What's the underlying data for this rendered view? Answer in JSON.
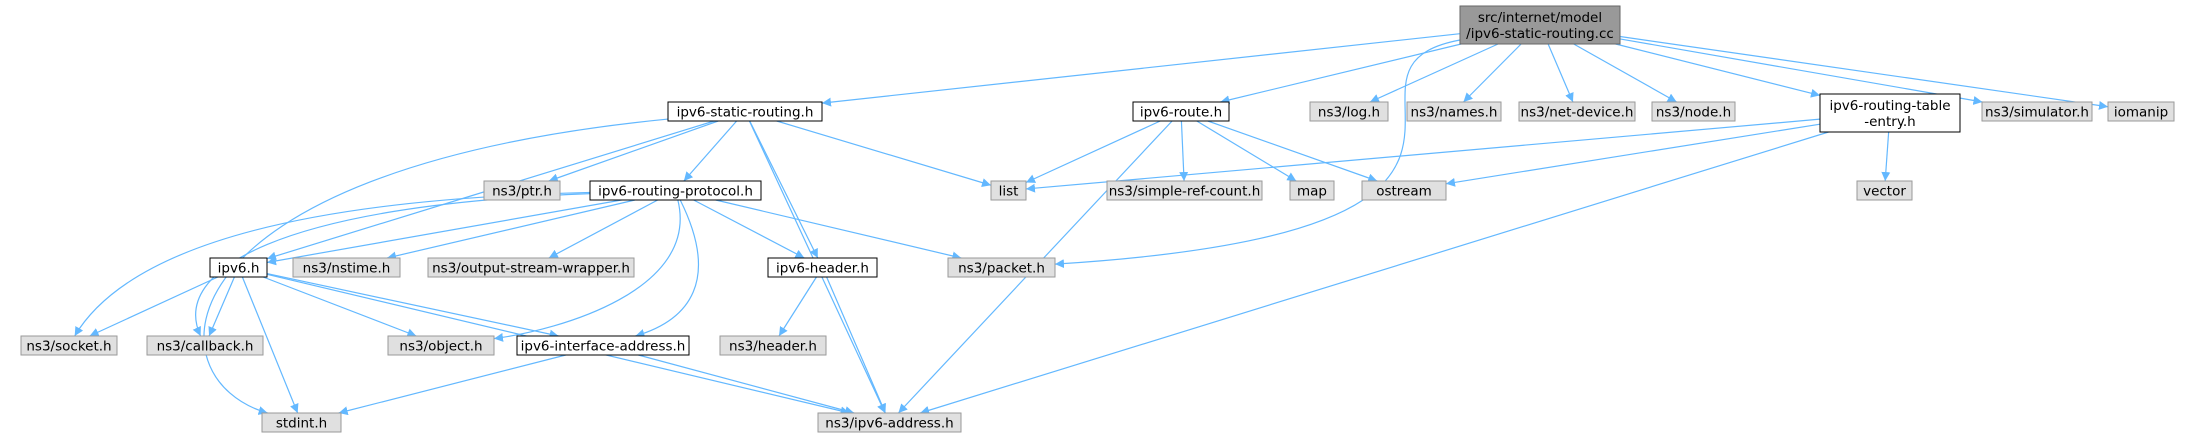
{
  "diagram": {
    "colors": {
      "edge": "#63b8ff",
      "root_fill": "#999999",
      "root_stroke": "#666666",
      "doc_fill": "#ffffff",
      "doc_stroke": "#000000",
      "ext_fill": "#e0e0e0",
      "ext_stroke": "#999999"
    },
    "nodes": [
      {
        "id": "root",
        "kind": "root",
        "lines": [
          "src/internet/model",
          "/ipv6-static-routing.cc"
        ]
      },
      {
        "id": "static-routing-h",
        "kind": "doc",
        "lines": [
          "ipv6-static-routing.h"
        ]
      },
      {
        "id": "route-h",
        "kind": "doc",
        "lines": [
          "ipv6-route.h"
        ]
      },
      {
        "id": "log-h",
        "kind": "ext",
        "lines": [
          "ns3/log.h"
        ]
      },
      {
        "id": "names-h",
        "kind": "ext",
        "lines": [
          "ns3/names.h"
        ]
      },
      {
        "id": "net-device-h",
        "kind": "ext",
        "lines": [
          "ns3/net-device.h"
        ]
      },
      {
        "id": "node-h",
        "kind": "ext",
        "lines": [
          "ns3/node.h"
        ]
      },
      {
        "id": "rt-entry-h",
        "kind": "doc",
        "lines": [
          "ipv6-routing-table",
          "-entry.h"
        ]
      },
      {
        "id": "simulator-h",
        "kind": "ext",
        "lines": [
          "ns3/simulator.h"
        ]
      },
      {
        "id": "iomanip",
        "kind": "ext",
        "lines": [
          "iomanip"
        ]
      },
      {
        "id": "ptr-h",
        "kind": "ext",
        "lines": [
          "ns3/ptr.h"
        ]
      },
      {
        "id": "routing-protocol-h",
        "kind": "doc",
        "lines": [
          "ipv6-routing-protocol.h"
        ]
      },
      {
        "id": "list",
        "kind": "ext",
        "lines": [
          "list"
        ]
      },
      {
        "id": "simple-ref-count-h",
        "kind": "ext",
        "lines": [
          "ns3/simple-ref-count.h"
        ]
      },
      {
        "id": "map",
        "kind": "ext",
        "lines": [
          "map"
        ]
      },
      {
        "id": "ostream",
        "kind": "ext",
        "lines": [
          "ostream"
        ]
      },
      {
        "id": "vector",
        "kind": "ext",
        "lines": [
          "vector"
        ]
      },
      {
        "id": "ipv6-h",
        "kind": "doc",
        "lines": [
          "ipv6.h"
        ]
      },
      {
        "id": "nstime-h",
        "kind": "ext",
        "lines": [
          "ns3/nstime.h"
        ]
      },
      {
        "id": "osw-h",
        "kind": "ext",
        "lines": [
          "ns3/output-stream-wrapper.h"
        ]
      },
      {
        "id": "header-h",
        "kind": "doc",
        "lines": [
          "ipv6-header.h"
        ]
      },
      {
        "id": "packet-h",
        "kind": "ext",
        "lines": [
          "ns3/packet.h"
        ]
      },
      {
        "id": "socket-h",
        "kind": "ext",
        "lines": [
          "ns3/socket.h"
        ]
      },
      {
        "id": "callback-h",
        "kind": "ext",
        "lines": [
          "ns3/callback.h"
        ]
      },
      {
        "id": "object-h",
        "kind": "ext",
        "lines": [
          "ns3/object.h"
        ]
      },
      {
        "id": "iface-addr-h",
        "kind": "doc",
        "lines": [
          "ipv6-interface-address.h"
        ]
      },
      {
        "id": "ns3-header-h",
        "kind": "ext",
        "lines": [
          "ns3/header.h"
        ]
      },
      {
        "id": "stdint-h",
        "kind": "ext",
        "lines": [
          "stdint.h"
        ]
      },
      {
        "id": "ipv6-address-h",
        "kind": "ext",
        "lines": [
          "ns3/ipv6-address.h"
        ]
      }
    ],
    "edges": [
      [
        "root",
        "static-routing-h"
      ],
      [
        "root",
        "route-h"
      ],
      [
        "root",
        "log-h"
      ],
      [
        "root",
        "names-h"
      ],
      [
        "root",
        "net-device-h"
      ],
      [
        "root",
        "node-h"
      ],
      [
        "root",
        "rt-entry-h"
      ],
      [
        "root",
        "simulator-h"
      ],
      [
        "root",
        "iomanip"
      ],
      [
        "root",
        "packet-h"
      ],
      [
        "static-routing-h",
        "ptr-h"
      ],
      [
        "static-routing-h",
        "routing-protocol-h"
      ],
      [
        "static-routing-h",
        "list"
      ],
      [
        "static-routing-h",
        "ipv6-h"
      ],
      [
        "static-routing-h",
        "header-h"
      ],
      [
        "static-routing-h",
        "ipv6-address-h"
      ],
      [
        "static-routing-h",
        "stdint-h"
      ],
      [
        "route-h",
        "list"
      ],
      [
        "route-h",
        "simple-ref-count-h"
      ],
      [
        "route-h",
        "map"
      ],
      [
        "route-h",
        "ostream"
      ],
      [
        "route-h",
        "ipv6-address-h"
      ],
      [
        "rt-entry-h",
        "list"
      ],
      [
        "rt-entry-h",
        "vector"
      ],
      [
        "rt-entry-h",
        "ostream"
      ],
      [
        "rt-entry-h",
        "ipv6-address-h"
      ],
      [
        "routing-protocol-h",
        "ipv6-h"
      ],
      [
        "routing-protocol-h",
        "nstime-h"
      ],
      [
        "routing-protocol-h",
        "osw-h"
      ],
      [
        "routing-protocol-h",
        "header-h"
      ],
      [
        "routing-protocol-h",
        "packet-h"
      ],
      [
        "routing-protocol-h",
        "socket-h"
      ],
      [
        "routing-protocol-h",
        "callback-h"
      ],
      [
        "routing-protocol-h",
        "object-h"
      ],
      [
        "routing-protocol-h",
        "iface-addr-h"
      ],
      [
        "ipv6-h",
        "socket-h"
      ],
      [
        "ipv6-h",
        "callback-h"
      ],
      [
        "ipv6-h",
        "object-h"
      ],
      [
        "ipv6-h",
        "iface-addr-h"
      ],
      [
        "ipv6-h",
        "stdint-h"
      ],
      [
        "ipv6-h",
        "ipv6-address-h"
      ],
      [
        "header-h",
        "ns3-header-h"
      ],
      [
        "header-h",
        "ipv6-address-h"
      ],
      [
        "iface-addr-h",
        "stdint-h"
      ],
      [
        "iface-addr-h",
        "ipv6-address-h"
      ]
    ]
  }
}
